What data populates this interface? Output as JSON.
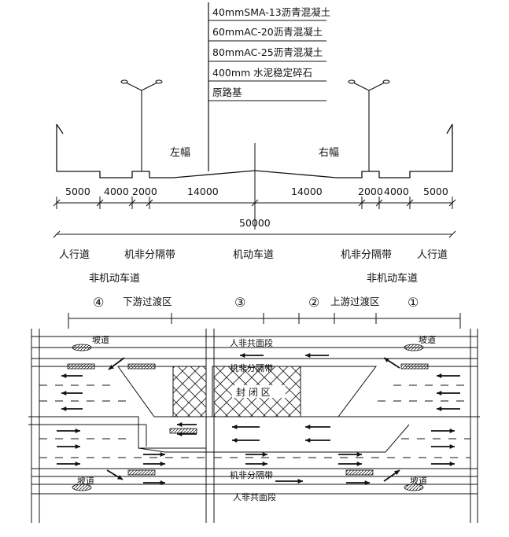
{
  "pavement_layers": [
    "40mmSMA-13沥青混凝土",
    "60mmAC-20沥青混凝土",
    "80mmAC-25沥青混凝土",
    "400mm 水泥稳定碎石",
    "原路基"
  ],
  "cross_section": {
    "left_label": "左幅",
    "right_label": "右幅",
    "dims": [
      "5000",
      "4000",
      "2000",
      "14000",
      "14000",
      "2000",
      "4000",
      "5000"
    ],
    "total": "50000",
    "zones": {
      "sidewalk_left": "人行道",
      "mixed_divider_left": "机非分隔带",
      "motorway": "机动车道",
      "mixed_divider_right": "机非分隔带",
      "sidewalk_right": "人行道",
      "nonmotor_left": "非机动车道",
      "nonmotor_right": "非机动车道"
    }
  },
  "plan": {
    "zone_4": "④",
    "downstream": "下游过渡区",
    "zone_3": "③",
    "zone_2": "②",
    "upstream": "上游过渡区",
    "zone_1": "①",
    "ramp_top_left": "坡道",
    "ramp_top_right": "坡道",
    "ramp_bottom_left": "坡道",
    "ramp_bottom_right": "坡道",
    "shared_top": "人非共面段",
    "divider_top": "机非分隔带",
    "closed_zone": "封 闭 区",
    "divider_bottom": "机非分隔带",
    "shared_bottom": "人非共面段"
  }
}
